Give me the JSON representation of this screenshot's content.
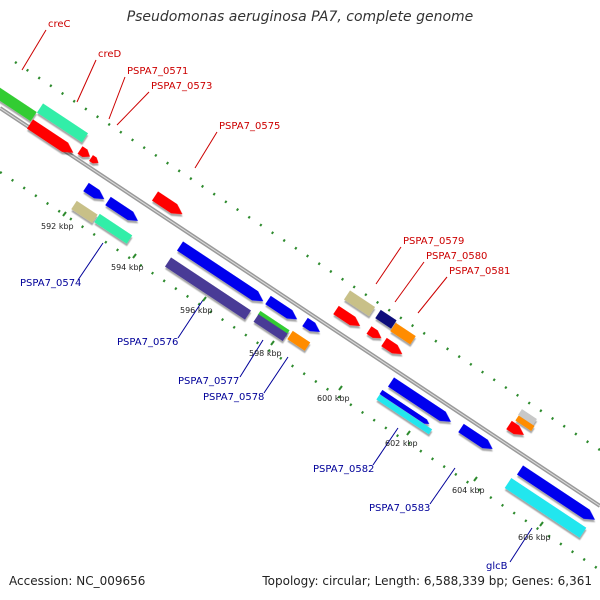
{
  "title": "Pseudomonas aeruginosa PA7, complete genome",
  "accession": "Accession: NC_009656",
  "summary": "Topology: circular; Length: 6,588,339 bp; Genes: 6,361",
  "colors": {
    "backbone": "#9a9a9a",
    "top_strand_label": "#cc0000",
    "bottom_strand_label": "#000099",
    "gc_dots": "#2e8b2e",
    "red": "#ff0000",
    "blue": "#0000ee",
    "green": "#33cc33",
    "seafoam": "#33eea8",
    "khaki": "#c8c088",
    "slate": "#4a3a96",
    "navy": "#0a0a7a",
    "orange": "#ff8c00",
    "cyan": "#22e6ee",
    "gray": "#c8c8c8"
  },
  "tick_labels": [
    "592 kbp",
    "594 kbp",
    "596 kbp",
    "598 kbp",
    "600 kbp",
    "602 kbp",
    "604 kbp",
    "606 kbp"
  ],
  "gene_labels_top": [
    "creC",
    "creD",
    "PSPA7_0571",
    "PSPA7_0573",
    "PSPA7_0575",
    "PSPA7_0579",
    "PSPA7_0580",
    "PSPA7_0581"
  ],
  "gene_labels_bottom": [
    "PSPA7_0574",
    "PSPA7_0576",
    "PSPA7_0577",
    "PSPA7_0578",
    "PSPA7_0582",
    "PSPA7_0583",
    "glcB"
  ]
}
